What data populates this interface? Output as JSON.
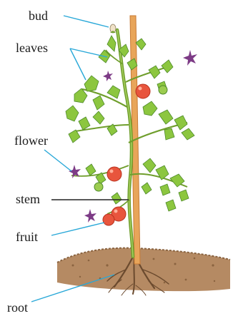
{
  "labels": {
    "bud": "bud",
    "leaves": "leaves",
    "flower": "flower",
    "stem": "stem",
    "fruit": "fruit",
    "root": "root"
  },
  "colors": {
    "leader_line": "#29a8d8",
    "stem_leader": "#222222",
    "leaf": "#8cc63f",
    "leaf_dark": "#4e8a2a",
    "stake": "#e8a55a",
    "stake_edge": "#c77a35",
    "tomato": "#e8553d",
    "tomato_dark": "#b8321f",
    "flower": "#7d3b86",
    "soil": "#b58a63",
    "soil_dark": "#8a6340",
    "root": "#6b4a2e"
  }
}
